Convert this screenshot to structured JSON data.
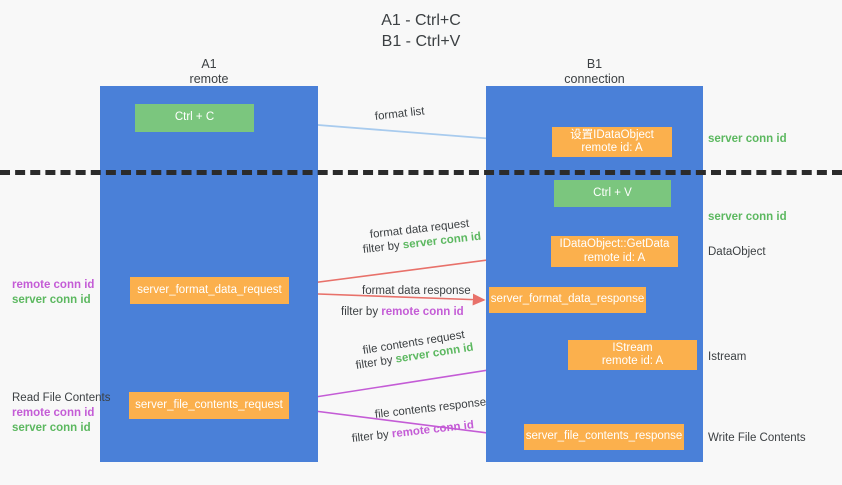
{
  "title": {
    "line1": "A1 - Ctrl+C",
    "line2": "B1 - Ctrl+V"
  },
  "columns": [
    {
      "name": "A1",
      "subtitle": "remote"
    },
    {
      "name": "B1",
      "subtitle": "connection"
    }
  ],
  "nodes": {
    "ctrl_c": {
      "label": "Ctrl + C",
      "color": "#7bc67e"
    },
    "set_dataobject": {
      "line1": "设置IDataObject",
      "line2": "remote id: A",
      "color": "#fbb04d"
    },
    "ctrl_v": {
      "label": "Ctrl + V",
      "color": "#7bc67e"
    },
    "getdata": {
      "line1": "IDataObject::GetData",
      "line2": "remote id: A",
      "color": "#fbb04d"
    },
    "server_format_data_request": {
      "label": "server_format_data_request",
      "color": "#fbb04d"
    },
    "server_format_data_response": {
      "label": "server_format_data_response",
      "color": "#fbb04d"
    },
    "istream": {
      "line1": "IStream",
      "line2": "remote id: A",
      "color": "#fbb04d"
    },
    "server_file_contents_request": {
      "label": "server_file_contents_request",
      "color": "#fbb04d"
    },
    "server_file_contents_response": {
      "label": "server_file_contents_response",
      "color": "#fbb04d"
    }
  },
  "right_notes": {
    "server_conn_id_top": "server conn id",
    "server_conn_id_mid": "server conn id",
    "dataobject": "DataObject",
    "istream": "Istream",
    "write_file_contents": "Write File Contents"
  },
  "left_notes": {
    "format": {
      "remote": "remote conn id",
      "server": "server conn id"
    },
    "file": {
      "heading": "Read File Contents",
      "remote": "remote conn id",
      "server": "server conn id"
    }
  },
  "edge_labels": {
    "format_list": "format list",
    "format_data_request": "format data request",
    "format_data_request_filter_prefix": "filter by ",
    "format_data_request_filter_value": "server conn id",
    "format_data_response": "format data response",
    "format_data_response_filter_prefix": "filter by ",
    "format_data_response_filter_value": "remote conn id",
    "file_contents_request": "file contents request",
    "file_contents_request_filter_prefix": "filter by ",
    "file_contents_request_filter_value": "server conn id",
    "file_contents_response": "file contents response",
    "file_contents_response_filter_prefix": "filter by ",
    "file_contents_response_filter_value": "remote conn id"
  },
  "colors": {
    "lane_blue": "#4a80d8",
    "node_green": "#7bc67e",
    "node_orange": "#fbb04d",
    "arrow_light_blue": "#a8cbee",
    "arrow_red": "#e8716a",
    "arrow_magenta": "#c45cd6",
    "arrow_black": "#111111",
    "text_green": "#5cb860",
    "text_magenta": "#c45cd6",
    "background": "#f8f8f8",
    "divider": "#2b2b2b"
  }
}
